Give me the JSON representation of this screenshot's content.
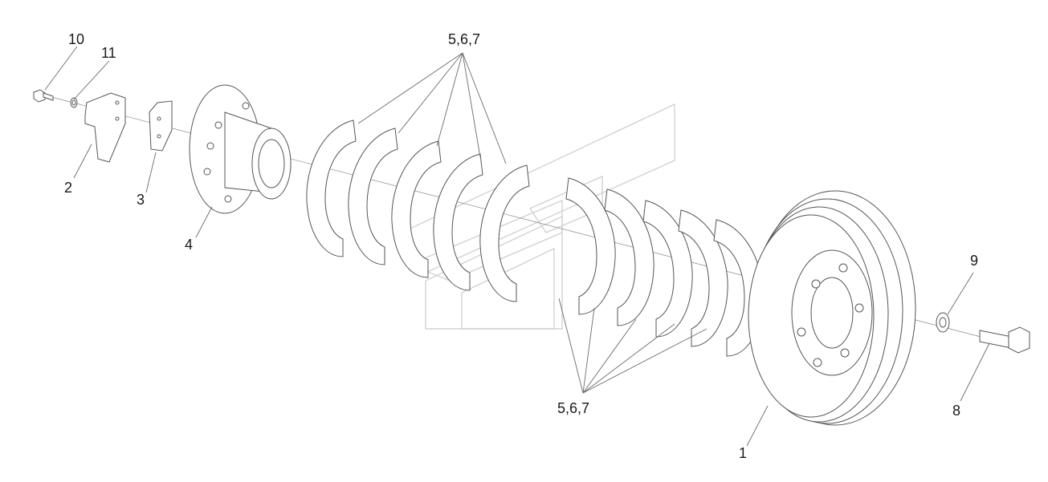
{
  "callouts": {
    "c10": "10",
    "c11": "11",
    "c2": "2",
    "c3": "3",
    "c4": "4",
    "c567_top": "5,6,7",
    "c567_bottom": "5,6,7",
    "c9": "9",
    "c8": "8",
    "c1": "1"
  },
  "colors": {
    "line": "#555555",
    "background": "#ffffff",
    "watermark": "#d2d2d2"
  }
}
